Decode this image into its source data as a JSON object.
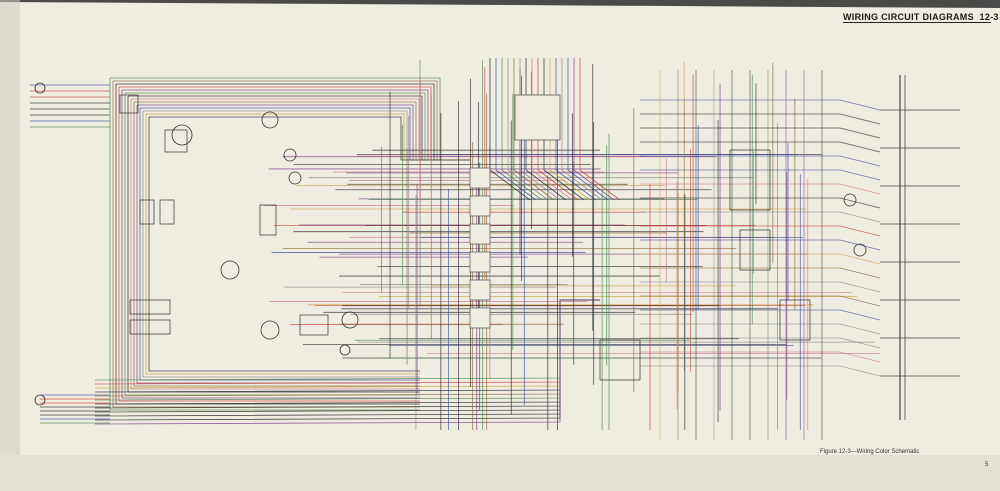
{
  "header": {
    "title": "WIRING CIRCUIT DIAGRAMS",
    "section": "12-3"
  },
  "figure": {
    "caption": "Figure 12-3—Wiring Color Schematic"
  },
  "page_number": "5",
  "colors": {
    "paper": "#efece1",
    "wire_dark": "#2a2a2e",
    "wire_red": "#c8443c",
    "wire_blue": "#3f4ea0",
    "wire_purple": "#7a3f8a",
    "wire_green": "#4f8a52",
    "wire_brown": "#8a6a3a",
    "wire_yellow": "#c9a23a",
    "wire_gray": "#8a8a88",
    "wire_pink": "#c97a92"
  }
}
